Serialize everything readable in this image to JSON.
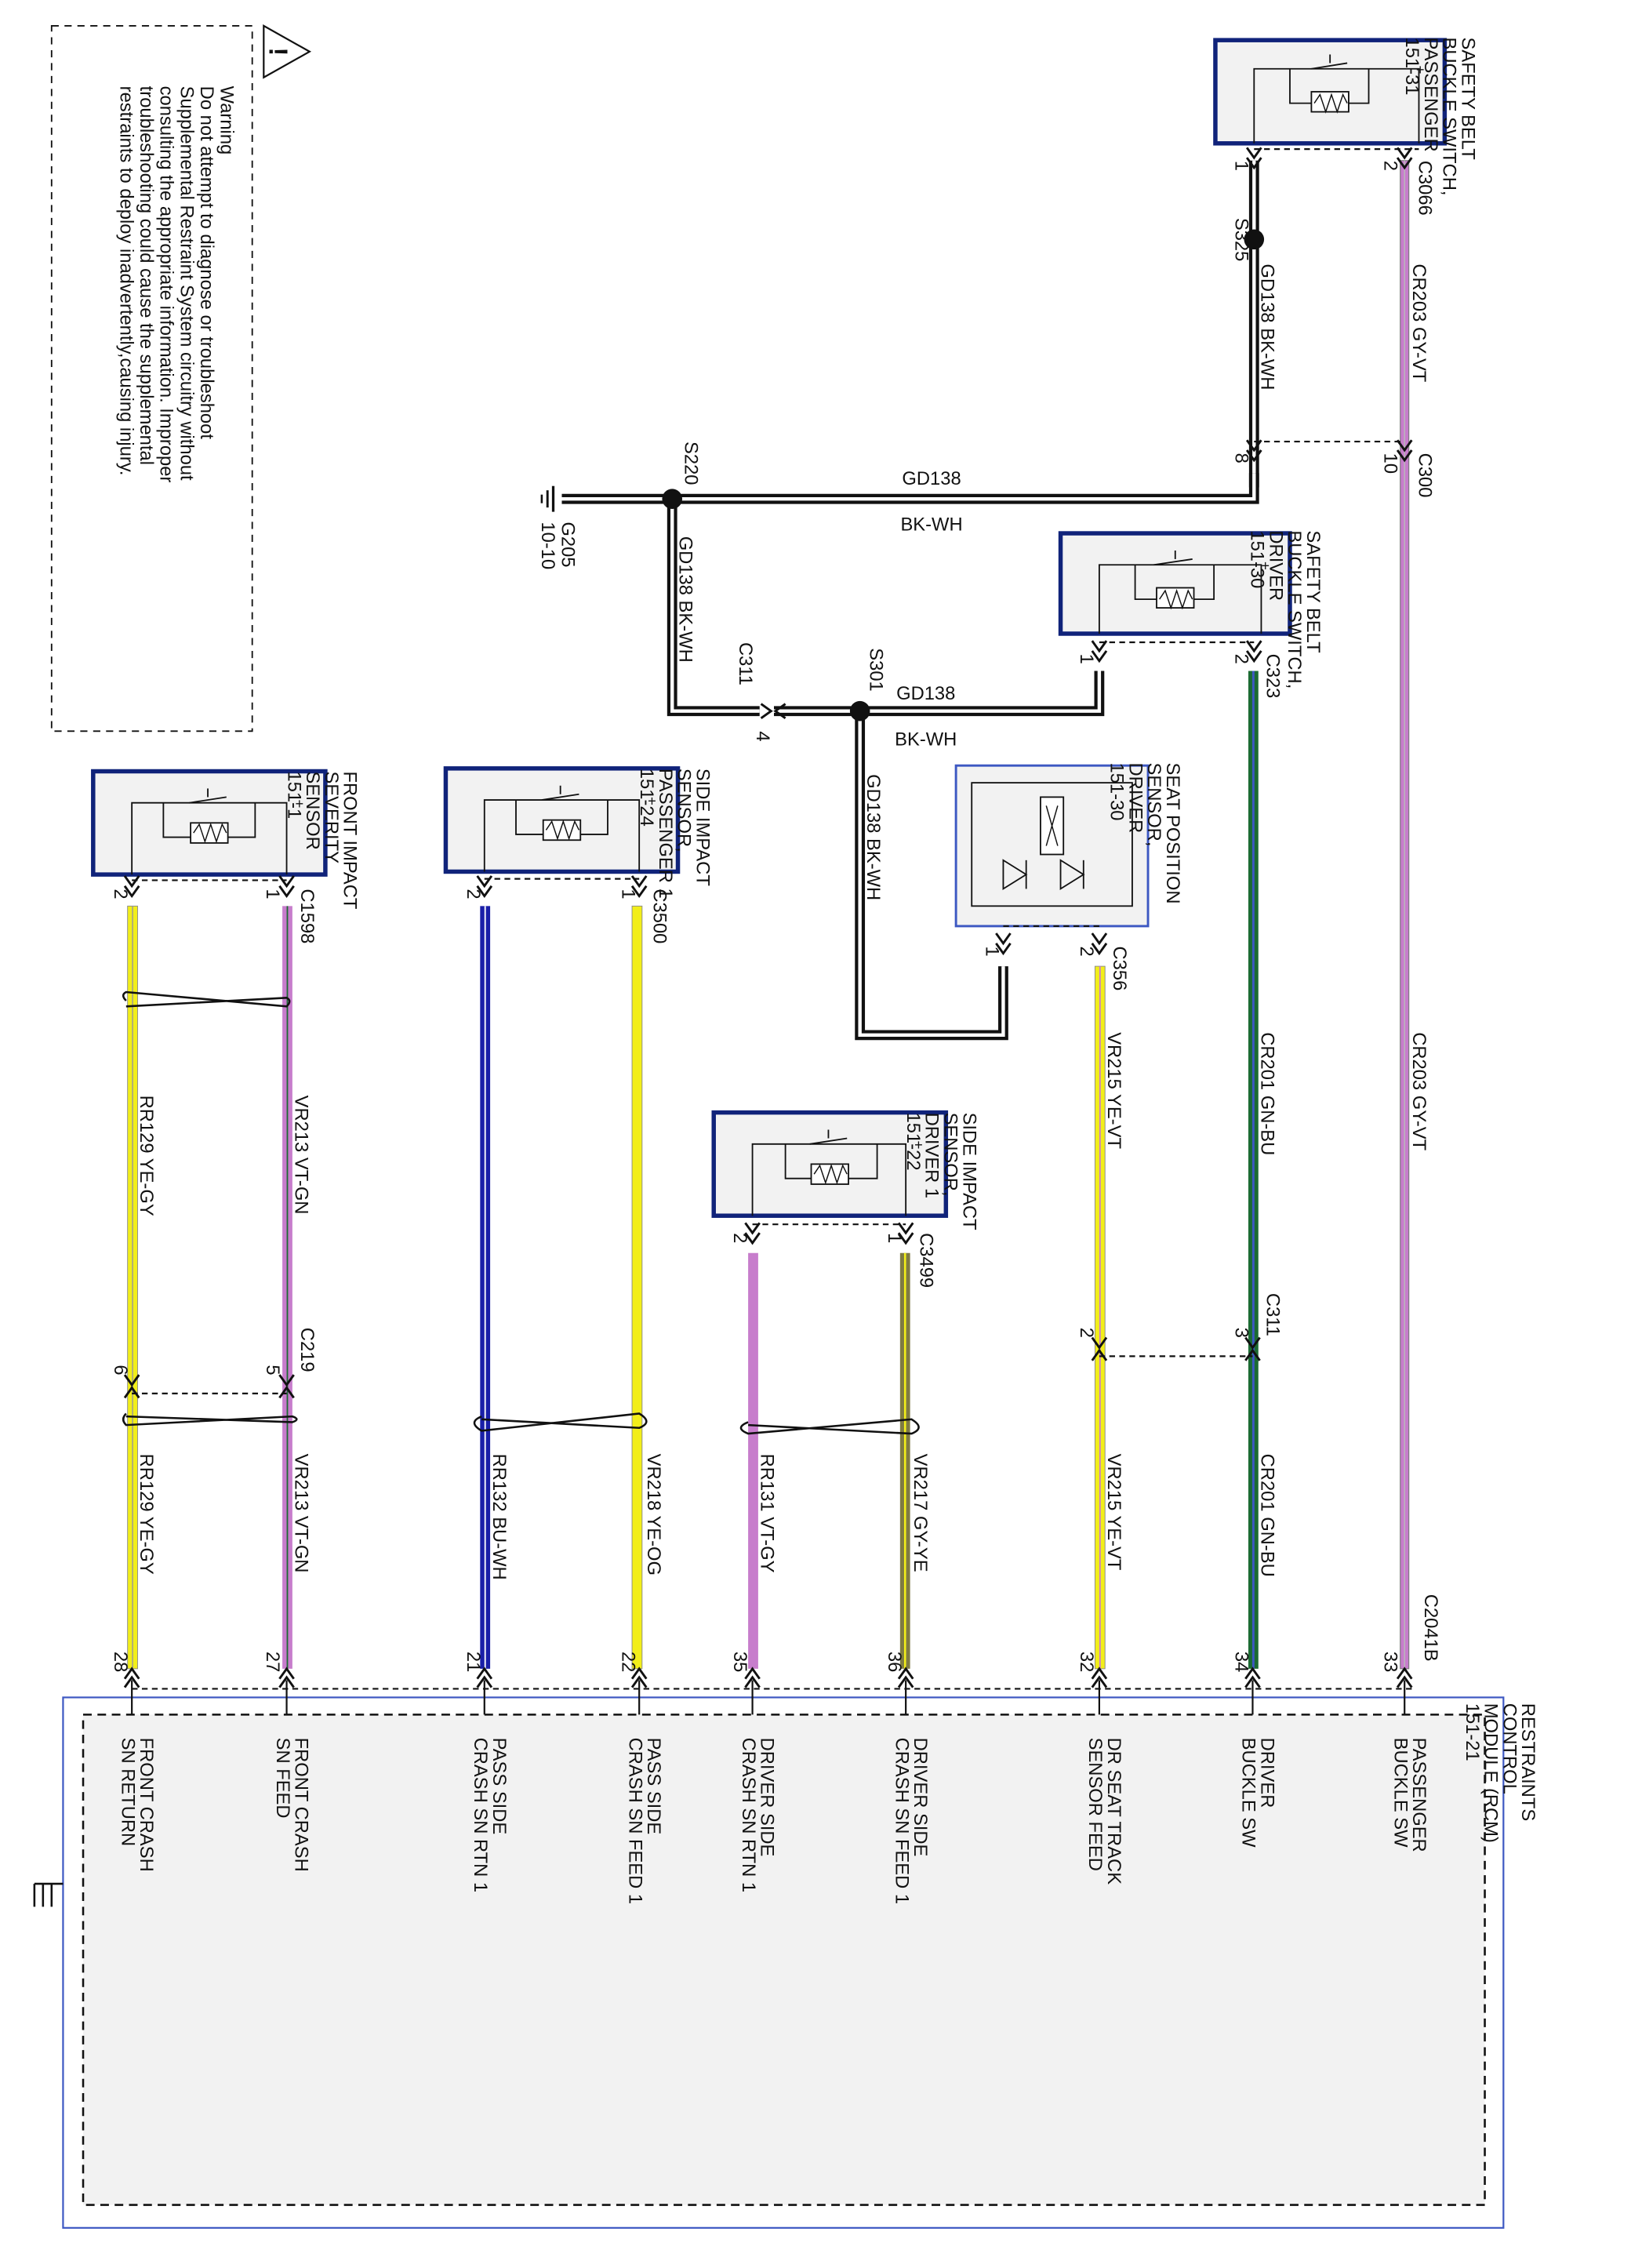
{
  "warning": {
    "lines": [
      "Warning",
      "Do not attempt to diagnose or troubleshoot",
      "Supplemental Restraint System circuitry without",
      "consulting the appropriate information. Improper",
      "troubleshooting could cause the supplemental",
      "restraints to deploy inadvertently,causing injury."
    ]
  },
  "components": {
    "sb_pass": {
      "lines": [
        "SAFETY BELT",
        "BUCKLE SWITCH,",
        "PASSENGER",
        "151-31"
      ]
    },
    "sb_driver": {
      "lines": [
        "SAFETY BELT",
        "BUCKLE SWITCH,",
        "DRIVER",
        "151-30"
      ]
    },
    "seat_pos": {
      "lines": [
        "SEAT POSITION",
        "SENSOR,",
        "DRIVER",
        "151-30"
      ]
    },
    "side_pass": {
      "lines": [
        "SIDE IMPACT",
        "SENSOR,",
        "PASSENGER 1",
        "151-24"
      ]
    },
    "front_sev": {
      "lines": [
        "FRONT IMPACT",
        "SEVERITY",
        "SENSOR",
        "151-1"
      ]
    },
    "side_drv": {
      "lines": [
        "SIDE IMPACT",
        "SENSOR,",
        "DRIVER 1",
        "151-22"
      ]
    },
    "rcm": {
      "lines": [
        "RESTRAINTS",
        "CONTROL",
        "MODULE (RCM)",
        "151-21"
      ]
    }
  },
  "connectors": {
    "c3066": "C3066",
    "c300": "C300",
    "c323": "C323",
    "c311a": "C311",
    "c311b": "C311",
    "c356": "C356",
    "c3500": "C3500",
    "c1598": "C1598",
    "c219": "C219",
    "c3499": "C3499",
    "c2041b": "C2041B"
  },
  "splices": {
    "s325": "S325",
    "s220": "S220",
    "s301": "S301"
  },
  "ground": {
    "id": "G205",
    "ref": "10-10"
  },
  "pins": {
    "p_sbp1": "1",
    "p_sbp2": "2",
    "p_c300_8": "8",
    "p_c300_10": "10",
    "p_sbd1": "1",
    "p_sbd2": "2",
    "p_c311_4": "4",
    "p_spd1": "1",
    "p_spd2": "2",
    "p_c311_3": "3",
    "p_c311_2": "2",
    "p_spi2": "2",
    "p_spi1": "1",
    "p_fis2": "2",
    "p_fis1": "1",
    "p_c219_6": "6",
    "p_c219_5": "5",
    "p_sdi2": "2",
    "p_sdi1": "1",
    "r28": "28",
    "r27": "27",
    "r21": "21",
    "r22": "22",
    "r35": "35",
    "r36": "36",
    "r32": "32",
    "r34": "34",
    "r33": "33"
  },
  "wire_labels": {
    "w1": "GD138  BK-WH",
    "w2": "CR203  GY-VT",
    "w3a": "GD138",
    "w3b": "BK-WH",
    "w4": "GD138  BK-WH",
    "w5a": "GD138",
    "w5b": "BK-WH",
    "w6": "GD138  BK-WH",
    "w7": "CR203  GY-VT",
    "w8": "CR201  GN-BU",
    "w9": "VR215  YE-VT",
    "w10": "CR201  GN-BU",
    "w11": "VR215  YE-VT",
    "w12": "RR129  YE-GY",
    "w13": "VR213  VT-GN",
    "w14": "RR129  YE-GY",
    "w15": "VR213  VT-GN",
    "w16": "RR132  BU-WH",
    "w17": "VR218  YE-OG",
    "w18": "RR131  VT-GY",
    "w19": "VR217  GY-YE"
  },
  "rcm_pins": {
    "f28": [
      "FRONT CRASH",
      "SN RETURN"
    ],
    "f27": [
      "FRONT CRASH",
      "SN FEED"
    ],
    "f21": [
      "PASS SIDE",
      "CRASH SN RTN 1"
    ],
    "f22": [
      "PASS SIDE",
      "CRASH SN FEED 1"
    ],
    "f35": [
      "DRIVER SIDE",
      "CRASH SN RTN 1"
    ],
    "f36": [
      "DRIVER SIDE",
      "CRASH SN FEED 1"
    ],
    "f32": [
      "DR SEAT TRACK",
      "SENSOR FEED"
    ],
    "f34": [
      "DRIVER",
      "BUCKLE SW"
    ],
    "f33": [
      "PASSENGER",
      "BUCKLE SW"
    ]
  },
  "colors": {
    "black": "#111111",
    "violet": "#c77dcc",
    "green": "#1c6b33",
    "blue_stripe": "#3d58c2",
    "yellow": "#f2ee1a",
    "blue": "#1a1fa8",
    "olive": "#7e7a44",
    "box_fill": "#f2f2f2",
    "box_border": "#10237a"
  }
}
